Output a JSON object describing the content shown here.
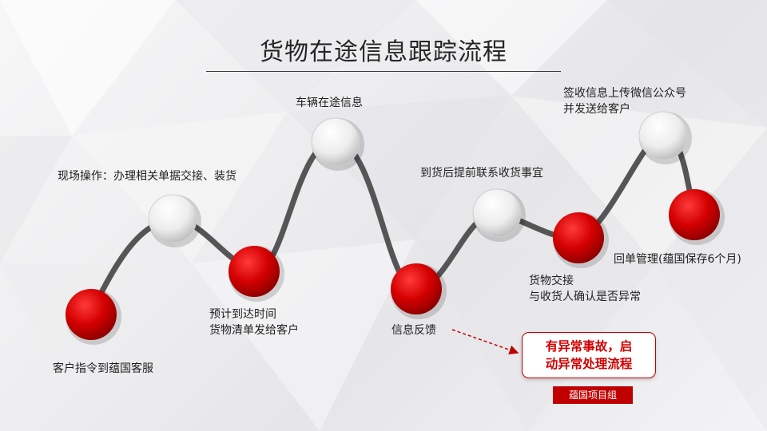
{
  "title": "货物在途信息跟踪流程",
  "colors": {
    "accent_red": "#c00000",
    "line_gray": "#555555",
    "node_white": "#f2f2f2"
  },
  "steps": [
    {
      "kind": "red",
      "label": [
        "客户指令到蕴国客服"
      ]
    },
    {
      "kind": "white",
      "label": [
        "现场操作：办理相关单据交接、装货"
      ]
    },
    {
      "kind": "red",
      "label": [
        "预计到达时间",
        "货物清单发给客户"
      ]
    },
    {
      "kind": "white",
      "label": [
        "车辆在途信息"
      ]
    },
    {
      "kind": "red",
      "label": [
        "信息反馈"
      ]
    },
    {
      "kind": "white",
      "label": [
        "到货后提前联系收货事宜"
      ]
    },
    {
      "kind": "red",
      "label": [
        "货物交接",
        "与收货人确认是否异常"
      ]
    },
    {
      "kind": "white",
      "label": [
        "签收信息上传微信公众号",
        "并发送给客户"
      ]
    },
    {
      "kind": "red",
      "label": [
        "回单管理(蕴国保存6个月)"
      ]
    }
  ],
  "exception": {
    "line1": "有异常事故，启",
    "line2": "动异常处理流程",
    "owner": "蕴国项目组"
  }
}
